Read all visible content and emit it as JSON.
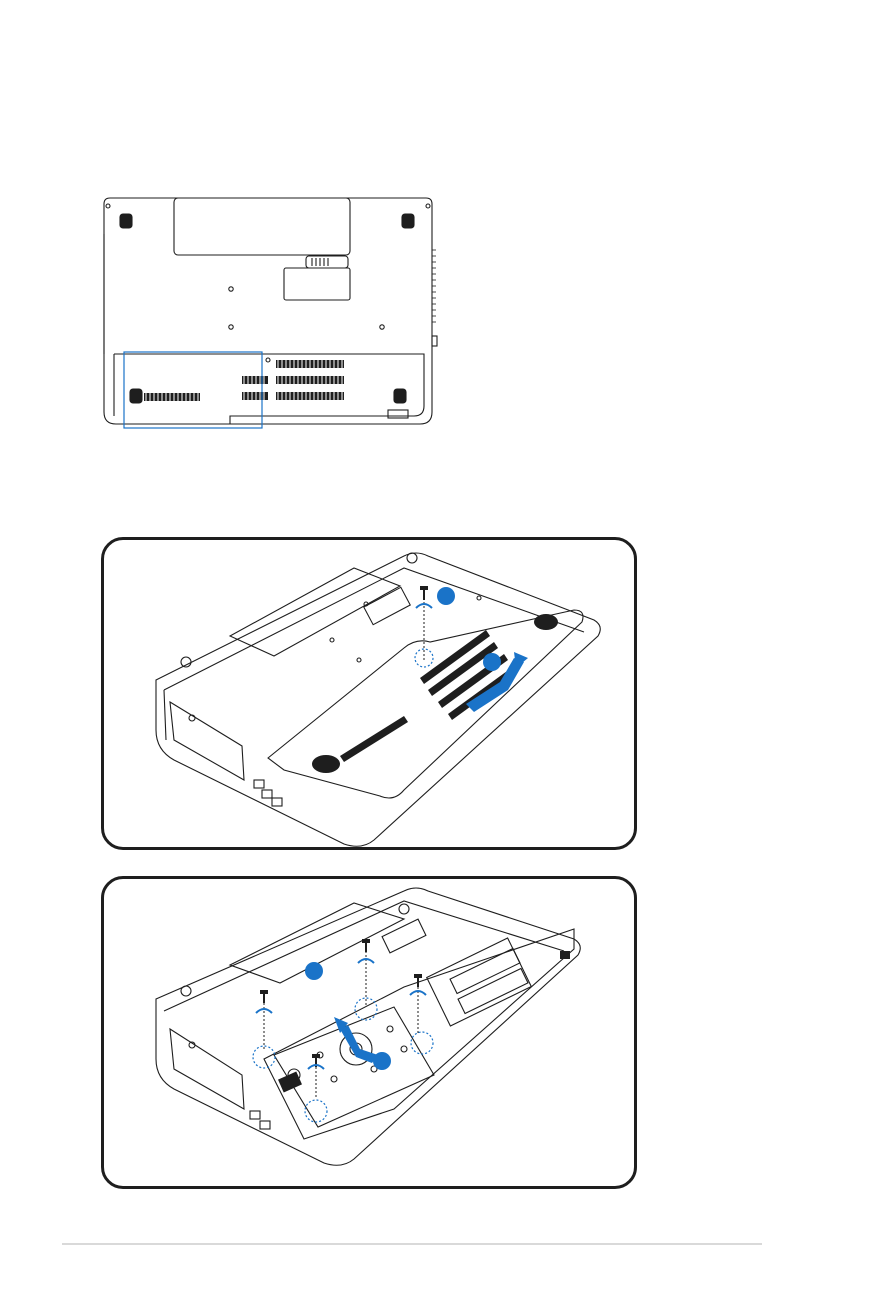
{
  "page": {
    "accent_color": "#1a73c8",
    "line_color": "#1e1e1e",
    "rule_color": "#d9d9d9"
  },
  "figures": [
    {
      "id": "laptop-bottom-overview",
      "highlight": "hard-disk-compartment-cover"
    },
    {
      "id": "remove-compartment-cover",
      "steps": 2,
      "icons": [
        "screw-icon",
        "rotate-arrow-icon",
        "lift-arrow-icon"
      ]
    },
    {
      "id": "remove-hard-disk",
      "steps": 2,
      "icons": [
        "screw-icon",
        "rotate-arrow-icon",
        "slide-arrow-icon"
      ]
    }
  ]
}
